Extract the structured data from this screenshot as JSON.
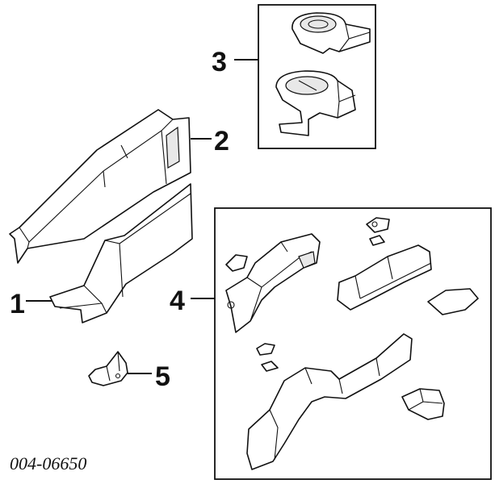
{
  "callouts": [
    {
      "id": "1",
      "label": "1"
    },
    {
      "id": "2",
      "label": "2"
    },
    {
      "id": "3",
      "label": "3"
    },
    {
      "id": "4",
      "label": "4"
    },
    {
      "id": "5",
      "label": "5"
    }
  ],
  "diagram_code": "004-06650"
}
